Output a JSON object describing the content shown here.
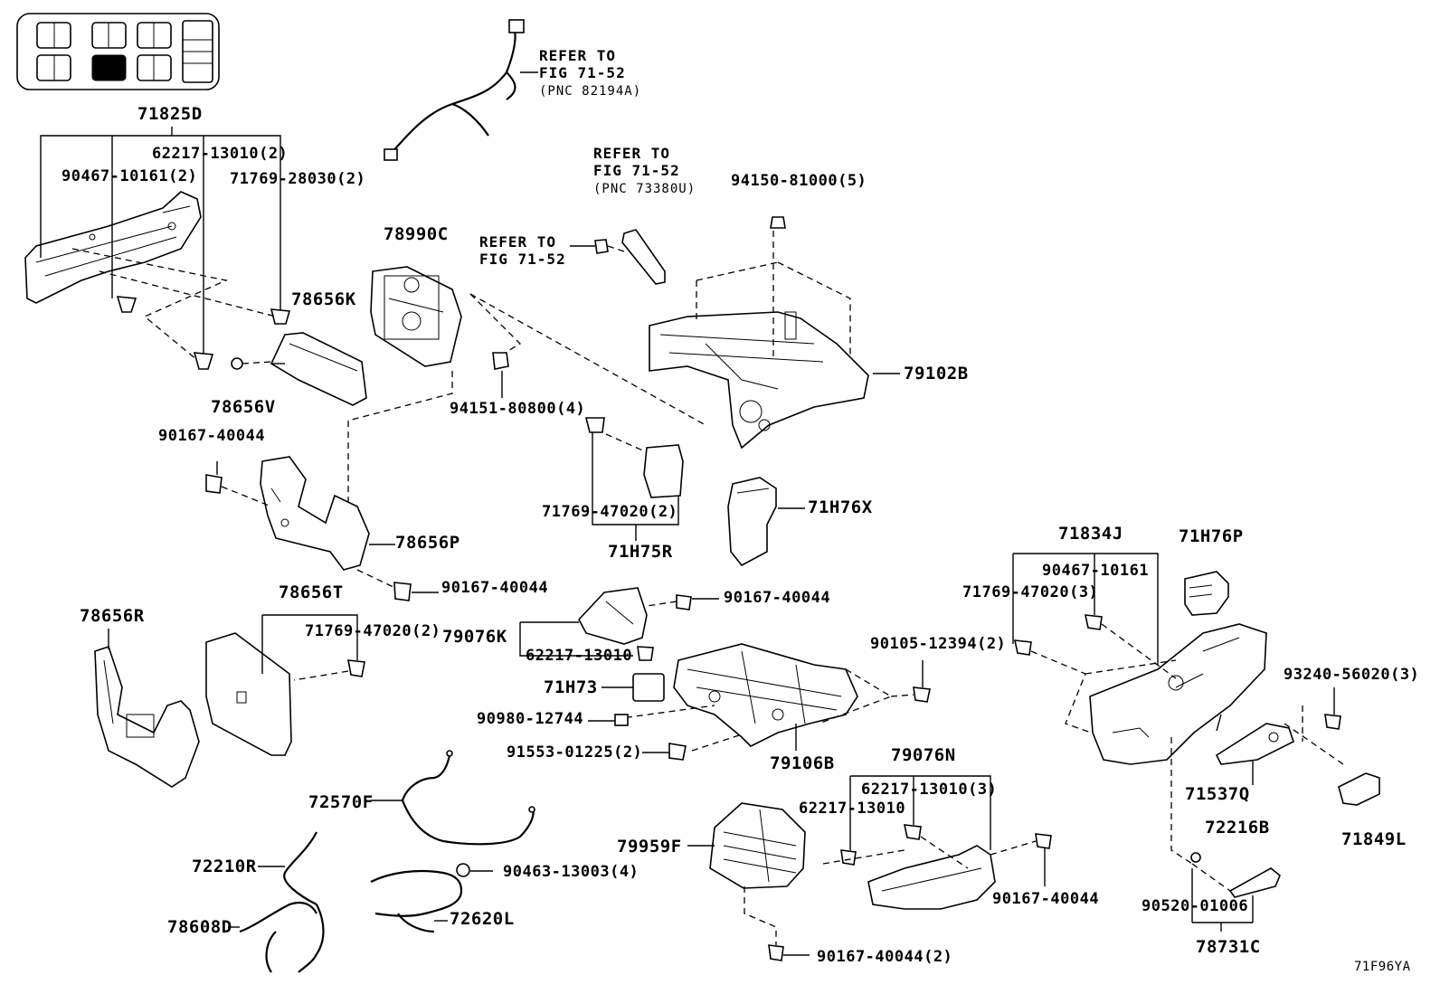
{
  "diagram_id": "71F96YA",
  "legend": {
    "highlighted_position": "second column, bottom row"
  },
  "refs": {
    "top_wire": {
      "line1": "REFER TO",
      "line2": "FIG 71-52",
      "line3": "(PNC 82194A)"
    },
    "lever": {
      "line1": "REFER TO",
      "line2": "FIG 71-52",
      "line3": "(PNC 73380U)"
    },
    "bolt": {
      "line1": "REFER TO",
      "line2": "FIG 71-52"
    }
  },
  "labels": {
    "p71825D": "71825D",
    "p62217_13010_2": "62217-13010(2)",
    "p90467_10161_2": "90467-10161(2)",
    "p71769_28030_2": "71769-28030(2)",
    "p78656K": "78656K",
    "p78656V": "78656V",
    "p78990C": "78990C",
    "p94151_80800_4": "94151-80800(4)",
    "p94150_81000_5": "94150-81000(5)",
    "p79102B": "79102B",
    "p90167_40044_a": "90167-40044",
    "p78656P": "78656P",
    "p90167_40044_b": "90167-40044",
    "p71769_47020_2a": "71769-47020(2)",
    "p71H75R": "71H75R",
    "p71H76X": "71H76X",
    "p78656T": "78656T",
    "p78656R": "78656R",
    "p71769_47020_2b": "71769-47020(2)",
    "p90167_40044_c": "90167-40044",
    "p79076K": "79076K",
    "p62217_13010_a": "62217-13010",
    "p71H73": "71H73",
    "p90980_12744": "90980-12744",
    "p91553_01225_2": "91553-01225(2)",
    "p79106B": "79106B",
    "p90105_12394_2": "90105-12394(2)",
    "p71834J": "71834J",
    "p90467_10161": "90467-10161",
    "p71769_47020_3": "71769-47020(3)",
    "p71H76P": "71H76P",
    "p93240_56020_3": "93240-56020(3)",
    "p71537Q": "71537Q",
    "p72216B": "72216B",
    "p71849L": "71849L",
    "p79076N": "79076N",
    "p62217_13010_3": "62217-13010(3)",
    "p62217_13010_b": "62217-13010",
    "p79959F": "79959F",
    "p90167_40044_d": "90167-40044",
    "p90167_40044_2": "90167-40044(2)",
    "p72570F": "72570F",
    "p72210R": "72210R",
    "p90463_13003_4": "90463-13003(4)",
    "p78608D": "78608D",
    "p72620L": "72620L",
    "p90520_01006": "90520-01006",
    "p78731C": "78731C"
  }
}
